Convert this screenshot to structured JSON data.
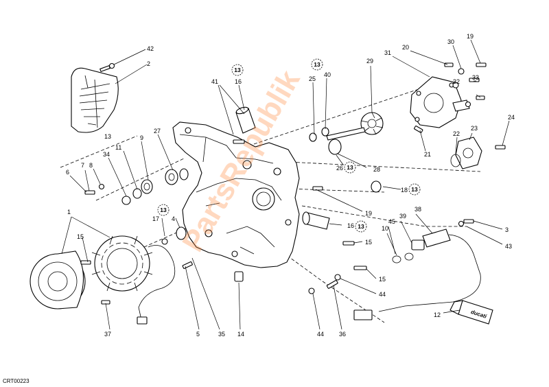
{
  "diagram_code": "CRT00223",
  "watermark": "PartsRepublik",
  "callout_ref": "13",
  "decal_text": "ducati",
  "labels": {
    "l42": "42",
    "l2": "2",
    "l13a": "13",
    "l41": "41",
    "l16a": "16",
    "l25": "25",
    "l40": "40",
    "l29": "29",
    "l31": "31",
    "l20": "20",
    "l30": "30",
    "l19a": "19",
    "l33": "33",
    "l32": "32",
    "l24": "24",
    "l22": "22",
    "l23": "23",
    "l21": "21",
    "l27": "27",
    "l9": "9",
    "l11": "11",
    "l34": "34",
    "l8": "8",
    "l7": "7",
    "l6": "6",
    "l26": "26",
    "l28": "28",
    "l18": "18",
    "l19b": "19",
    "l1": "1",
    "l17": "17",
    "l4": "4",
    "l16b": "16",
    "l38": "38",
    "l39": "39",
    "l45": "45",
    "l10": "10",
    "l3": "3",
    "l43": "43",
    "l15a": "15",
    "l15b": "15",
    "l15c": "15",
    "l44a": "44",
    "l44b": "44",
    "l12": "12",
    "l37": "37",
    "l5": "5",
    "l35": "35",
    "l14": "14",
    "l36": "36"
  }
}
